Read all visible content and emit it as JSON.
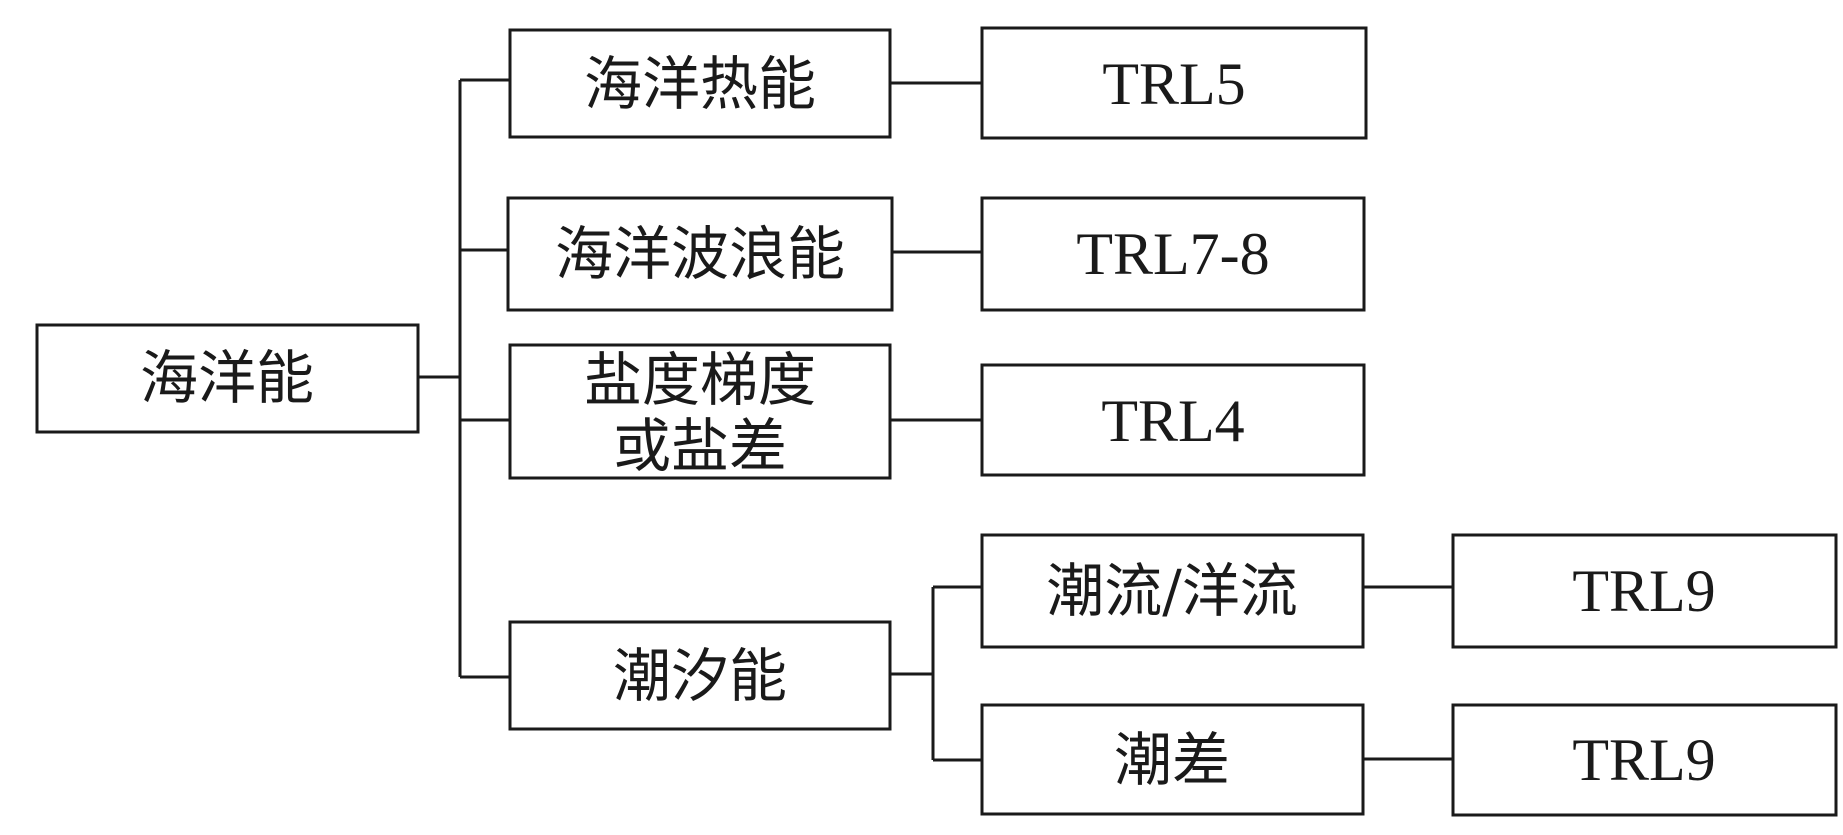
{
  "root": {
    "label": "海洋能"
  },
  "categories": [
    {
      "label": "海洋热能",
      "trl": "TRL5"
    },
    {
      "label": "海洋波浪能",
      "trl": "TRL7-8"
    },
    {
      "label_lines": [
        "盐度梯度",
        "或盐差"
      ],
      "trl": "TRL4"
    },
    {
      "label": "潮汐能",
      "subtypes": [
        {
          "label": "潮流/洋流",
          "trl": "TRL9"
        },
        {
          "label": "潮差",
          "trl": "TRL9"
        }
      ]
    }
  ]
}
